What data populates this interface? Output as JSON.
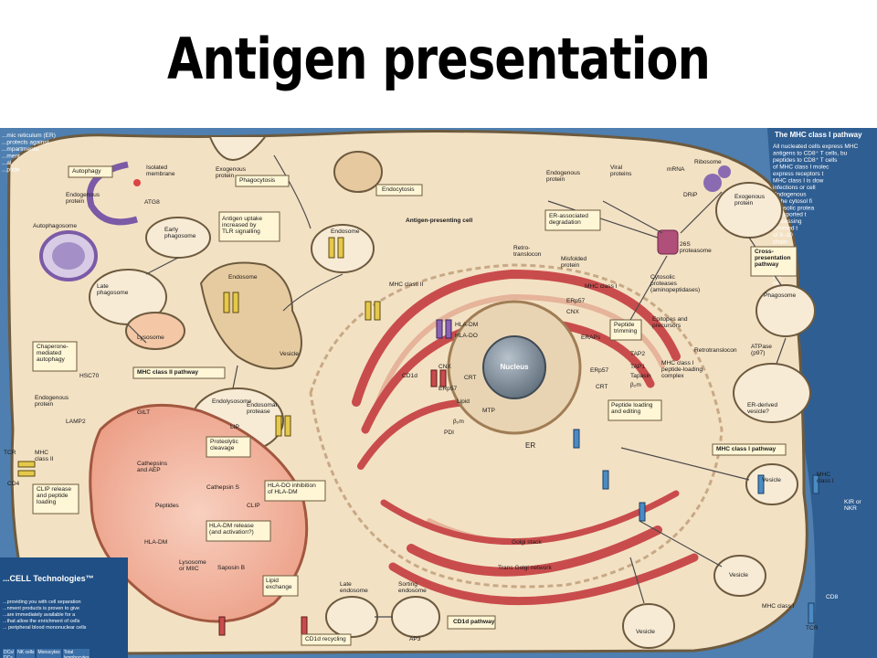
{
  "title": "Antigen presentation",
  "labels": {
    "er": "...mic reticulum (ER)\n...protects against\n...mpartments.\n...ment\n...al\n...ptide",
    "autophagy": "Autophagy",
    "isolated_membrane": "Isolated\nmembrane",
    "endogenous_protein_a": "Endogenous\nprotein",
    "atg8": "ATG8",
    "exogenous_protein_a": "Exogenous\nprotein",
    "phagocytosis": "Phagocytosis",
    "endocytosis": "Endocytosis",
    "apc": "Antigen-presenting cell",
    "autophagosome": "Autophagosome",
    "early_phagosome": "Early\nphagosome",
    "antigen_uptake": "Antigen uptake\nincreased by\nTLR signalling",
    "endosome_a": "Endosome",
    "endosome_b": "Endosome",
    "late_phagosome": "Late\nphagosome",
    "vesicle_a": "Vesicle",
    "lysosome": "Lysosome",
    "chaperone": "Chaperone-\nmediated\nautophagy",
    "hsc70": "HSC70",
    "endogenous_protein_b": "Endogenous\nprotein",
    "lamp2": "LAMP2",
    "mhc2_pathway": "MHC class II pathway",
    "gilt": "GILT",
    "tcr_a": "TCR",
    "mhc_class_ii_a": "MHC\nclass II",
    "cd4": "CD4",
    "cathepsins": "Cathepsins\nand AEP",
    "peptides": "Peptides",
    "endolysosome": "Endolysosome",
    "endosomal_protease": "Endosomal\nprotease",
    "lip": "LIP",
    "proteolytic": "Proteolytic\ncleavage",
    "clip_release": "CLIP release\nand peptide\nloading",
    "cathepsin_s": "Cathepsin S",
    "clip": "CLIP",
    "hla_do_inhibition": "HLA-DO inhibition\nof HLA-DM",
    "hla_dm_release": "HLA-DM release\n(and activation?)",
    "hla_dm_a": "HLA-DM",
    "lysosome_miic": "Lysosome\nor MIIC",
    "saposin": "Saposin B",
    "lipid_exchange": "Lipid\nexchange",
    "late_endosome": "Late\nendosome",
    "sorting_endosome": "Sorting\nendosome",
    "cd1d_recycling": "CD1d recycling",
    "ap3": "AP3",
    "cd1d_pathway": "CD1d pathway",
    "mhc_class_ii_b": "MHC class II",
    "hla_dm_b": "HLA-DM",
    "hla_do": "HLA-DO",
    "cd1d": "CD1d",
    "cnx_a": "CNX",
    "crt_a": "CRT",
    "erp57_a": "ERp57",
    "nucleus": "Nucleus",
    "lipid": "Lipid",
    "mtp": "MTP",
    "b2m_a": "β₂m",
    "pdi": "PDI",
    "er_label": "ER",
    "golgi": "Golgi stack",
    "trans_golgi": "Trans Golgi network",
    "endogenous_protein_c": "Endogenous\nprotein",
    "viral_proteins": "Viral\nproteins",
    "mrna": "mRNA",
    "ribosome": "Ribosome",
    "drip": "DRiP",
    "exogenous_protein_b": "Exogenous\nprotein",
    "er_degradation": "ER-associated\ndegradation",
    "retrotranslocon_a": "Retro-\ntranslocon",
    "misfolded": "Misfolded\nprotein",
    "mhc_class_i_a": "MHC class I",
    "erp57_b": "ERp57",
    "cnx_b": "CNX",
    "proteasome": "26S\nproteasome",
    "cytosolic_proteases": "Cytosolic\nproteases\n(aminopeptidases)",
    "erap": "ERAPs",
    "peptide_trimming": "Peptide\ntrimming",
    "epitopes": "Epitopes and\nprecursors",
    "cross_presentation": "Cross-\npresentation\npathway",
    "phagosome": "Phagosome",
    "tap2": "TAP2",
    "tap1": "TAP1",
    "tapasin": "Tapasin",
    "b2m_b": "β₂m",
    "erp57_c": "ERp57",
    "crt_b": "CRT",
    "plc": "MHC class I\npeptide-loading\ncomplex",
    "peptide_loading": "Peptide loading\nand editing",
    "retrotranslocon_b": "Retrotranslocon",
    "atpase": "ATPase\n(p97)",
    "er_vesicle": "ER-derived\nvesicle?",
    "mhc1_pathway": "MHC class I pathway",
    "vesicle_b": "Vesicle",
    "mhc_class_i_b": "MHC\nclass I",
    "kir": "KIR or\nNKR",
    "vesicle_c": "Vesicle",
    "mhc_class_i_c": "MHC class I",
    "cd8": "CD8",
    "tcr_b": "TCR",
    "vesicle_d": "Vesicle",
    "mhc_class_i_panel_title": "The MHC class I pathway",
    "right_panel": "All nucleated cells express MHC\nantigens to CD8⁺ T cells, bu\npeptides to CD8⁺ T cells\nof MHC class I molec\nexpress receptors t\nMHC class I is dow\ninfections or cell\nEndogenous\nin the cytosol fi\ncytosolic protea\ntransported t\nprocessing\ntrimmed t\nof 8–10\nchain-\npeptic\nwhich\nand\nalso\npra\non\n\nan\n(re\nN\nd",
    "ad_title": "...CELL Technologies™",
    "ad_text": "...providing you with cell separation\n...nment products is proven to give\n...are immediately available for a\n...that allow the enrichment of cells\n... peripheral blood mononuclear cells",
    "ad_cells": [
      "DCs/\nDCs",
      "NK cells",
      "Monocytes",
      "Total\nlymphocytes"
    ]
  },
  "colors": {
    "background_blue": "#4e7fb0",
    "cell_body": "#f3e1c4",
    "endosome_fill": "#f7ebd6",
    "lysosome_fill": "#f2b8a0",
    "er_red": "#c94c4c",
    "nucleus": "#7a8896",
    "label_box": "#fff6d6"
  }
}
